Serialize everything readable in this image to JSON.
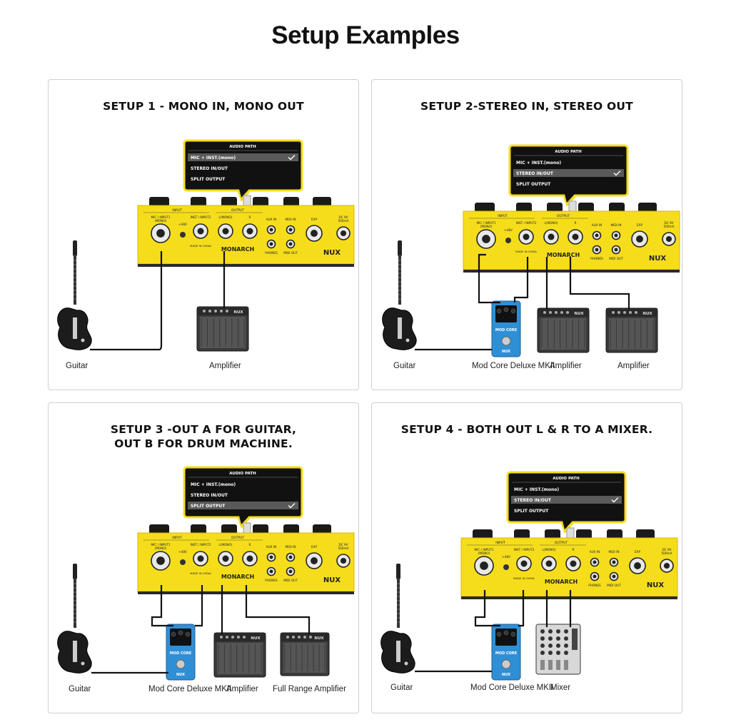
{
  "page": {
    "title": "Setup Examples"
  },
  "ui_text": {
    "audio_path_title": "AUDIO PATH",
    "panel_input": "INPUT",
    "panel_output": "OUTPUT",
    "jack_mic": "MIC / INPUT1",
    "jack_mic_sub": "(MONO)",
    "jack_inst": "INST / INPUT2",
    "jack_l": "L(MONO)",
    "jack_r": "R",
    "jack_aux": "AUX IN",
    "jack_midi_in": "MIDI IN",
    "jack_exp": "EXP",
    "jack_dc": "DC 9V",
    "jack_dc_sub": "500mA",
    "jack_phones": "PHONES",
    "jack_midi_out": "MIDI OUT",
    "phantom": "+48V",
    "made_in": "MADE IN CHINA",
    "model": "MONARCH",
    "brand": "NUX",
    "pedal_brand": "NUX",
    "pedal_name": "MOD CORE"
  },
  "audio_path_options": [
    "MIC + INST.(mono)",
    "STEREO IN/OUT",
    "SPLIT OUTPUT"
  ],
  "setups": [
    {
      "title": "SETUP 1 - MONO IN, MONO OUT",
      "selected_option": 0,
      "labels": [
        "Guitar",
        "Amplifier"
      ]
    },
    {
      "title": "SETUP 2-STEREO IN, STEREO OUT",
      "selected_option": 1,
      "labels": [
        "Guitar",
        "Mod Core Deluxe MKII",
        "Amplifier",
        "Amplifier"
      ]
    },
    {
      "title": "SETUP 3 -OUT A FOR GUITAR,\nOUT B FOR DRUM MACHINE.",
      "selected_option": 2,
      "labels": [
        "Guitar",
        "Mod Core Deluxe MKII",
        "Amplifier",
        "Full Range Amplifier"
      ]
    },
    {
      "title": "SETUP 4 - BOTH OUT L & R TO A MIXER.",
      "selected_option": 1,
      "labels": [
        "Guitar",
        "Mod Core Deluxe MKII",
        "Mixer"
      ]
    }
  ],
  "colors": {
    "panel_yellow": "#f5dd1c",
    "panel_edge": "#d9b800",
    "screen_black": "#111111",
    "highlight_row": "#5a5a5a",
    "pedal_blue": "#2f8fd6",
    "amp_gray": "#3a3a3a",
    "card_border": "#cfcfcf"
  }
}
